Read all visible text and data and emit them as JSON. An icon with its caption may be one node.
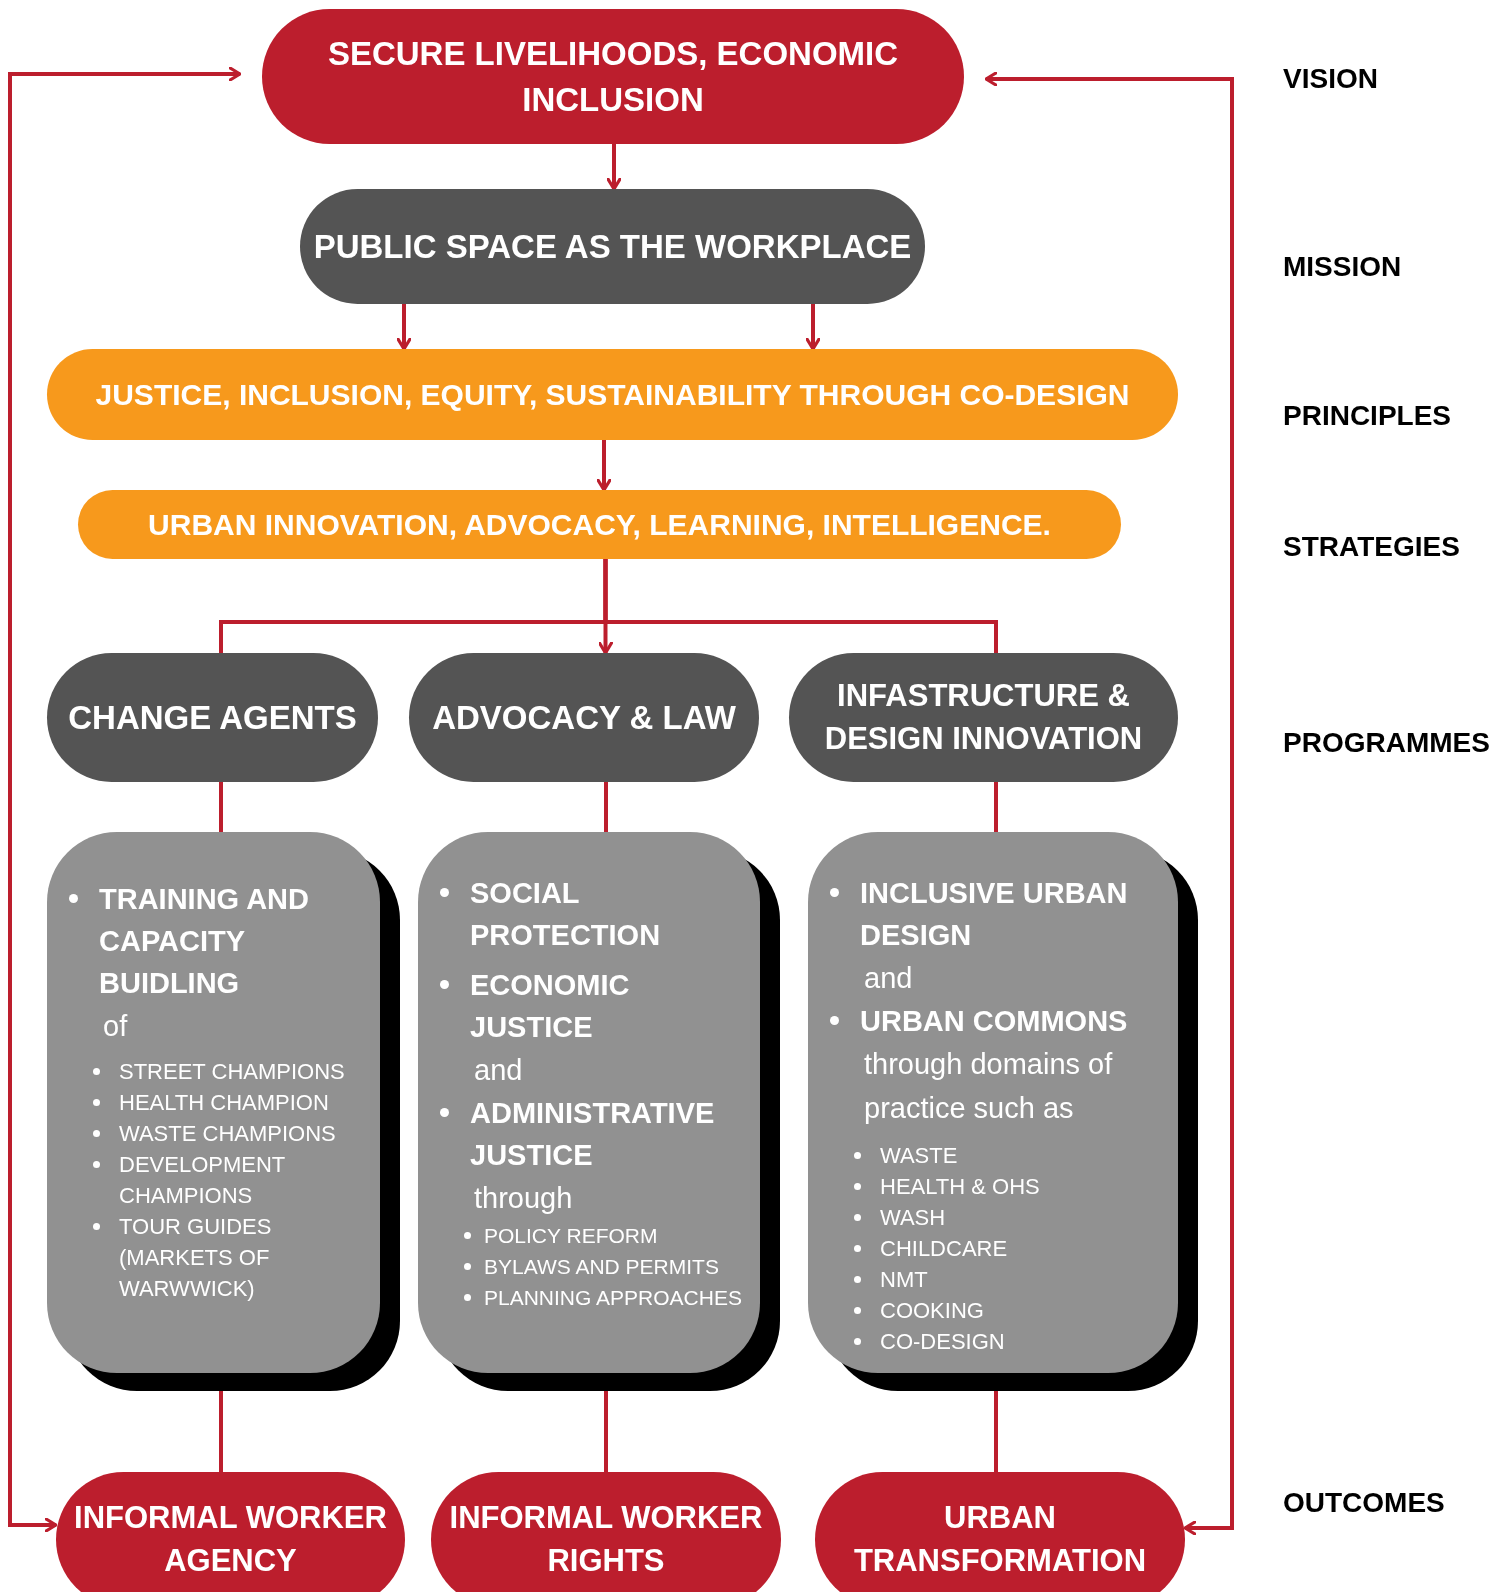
{
  "diagram": {
    "nodes": [
      {
        "text": [
          "SECURE LIVELIHOODS, ECONOMIC INCLUSION"
        ]
      },
      {
        "text": [
          "PUBLIC SPACE AS THE WORKPLACE"
        ]
      },
      {
        "text": [
          "JUSTICE, INCLUSION, EQUITY, SUSTAINABILITY THROUGH CO-DESIGN"
        ]
      },
      {
        "text": [
          "URBAN INNOVATION, ADVOCACY, LEARNING, INTELLIGENCE."
        ]
      },
      {
        "text": [
          "CHANGE AGENTS"
        ]
      },
      {
        "text": [
          "ADVOCACY & LAW"
        ]
      },
      {
        "text": [
          "INFASTRUCTURE & DESIGN INNOVATION"
        ]
      },
      {
        "text": [
          "TRAINING AND CAPACITY BUIDLING",
          "of",
          "STREET CHAMPIONS",
          "HEALTH CHAMPION",
          "WASTE CHAMPIONS",
          "DEVELOPMENT CHAMPIONS",
          "TOUR GUIDES (MARKETS OF WARWWICK)"
        ]
      },
      {
        "text": [
          "SOCIAL PROTECTION",
          "ECONOMIC JUSTICE",
          "and",
          "ADMINISTRATIVE JUSTICE",
          "through",
          "POLICY REFORM",
          "BYLAWS AND PERMITS",
          "PLANNING APPROACHES"
        ]
      },
      {
        "text": [
          "INCLUSIVE URBAN DESIGN",
          "and",
          "URBAN COMMONS",
          "through domains of practice such as",
          "WASTE",
          "HEALTH & OHS",
          "WASH",
          "CHILDCARE",
          "NMT",
          "COOKING",
          "CO-DESIGN"
        ]
      },
      {
        "text": [
          "INFORMAL WORKER AGENCY"
        ]
      },
      {
        "text": [
          "INFORMAL WORKER RIGHTS"
        ]
      },
      {
        "text": [
          "URBAN TRANSFORMATION"
        ]
      }
    ],
    "edges": [
      {
        "from": 0,
        "to": 1,
        "arrow": "to"
      },
      {
        "from": 1,
        "to": 2,
        "arrow": "to"
      },
      {
        "from": 1,
        "to": 2,
        "arrow": "to"
      },
      {
        "from": 2,
        "to": 3,
        "arrow": "to"
      },
      {
        "from": 3,
        "to": 4,
        "arrow": "none"
      },
      {
        "from": 3,
        "to": 5,
        "arrow": "to"
      },
      {
        "from": 3,
        "to": 6,
        "arrow": "none"
      },
      {
        "from": 4,
        "to": 7,
        "arrow": "none"
      },
      {
        "from": 5,
        "to": 8,
        "arrow": "none"
      },
      {
        "from": 6,
        "to": 9,
        "arrow": "none"
      },
      {
        "from": 7,
        "to": 10,
        "arrow": "none"
      },
      {
        "from": 8,
        "to": 11,
        "arrow": "none"
      },
      {
        "from": 9,
        "to": 12,
        "arrow": "none"
      },
      {
        "from": 0,
        "to": 10,
        "arrow": "both"
      },
      {
        "from": 0,
        "to": 12,
        "arrow": "both"
      }
    ],
    "labels": [
      "VISION",
      "MISSION",
      "PRINCIPLES",
      "STRATEGIES",
      "PROGRAMMES",
      "OUTCOMES"
    ]
  }
}
